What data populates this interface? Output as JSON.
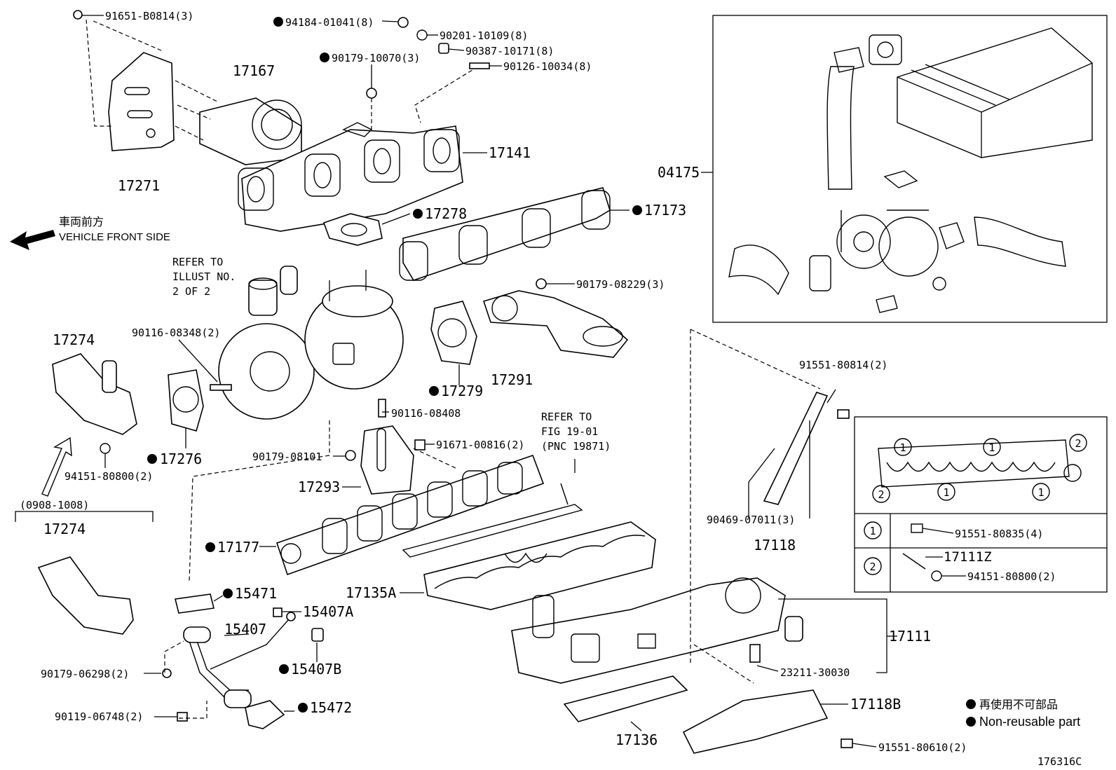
{
  "figure_code": "176316C",
  "direction": {
    "jp": "車両前方",
    "en": "VEHICLE FRONT SIDE"
  },
  "notes": {
    "refer_illust": [
      "REFER TO",
      "ILLUST NO.",
      "2 OF 2"
    ],
    "refer_fig": [
      "REFER TO",
      "FIG 19-01",
      "(PNC 19871)"
    ],
    "date_range": "(0908-1008)"
  },
  "legend": {
    "jp": "再使用不可部品",
    "en": "Non-reusable part"
  },
  "parts": {
    "p91651": "91651-B0814(3)",
    "p94184": "94184-01041(8)",
    "p90201": "90201-10109(8)",
    "p90387": "90387-10171(8)",
    "p90179a": "90179-10070(3)",
    "p90126": "90126-10034(8)",
    "p17167": "17167",
    "p17271": "17271",
    "p17141": "17141",
    "p17278": "17278",
    "p17173": "17173",
    "p04175": "04175",
    "p90179b": "90179-08229(3)",
    "p90116a": "90116-08348(2)",
    "p17274a": "17274",
    "p17276": "17276",
    "p17279": "17279",
    "p17291": "17291",
    "p90116b": "90116-08408",
    "p91671": "91671-00816(2)",
    "p90179c": "90179-08101",
    "p94151a": "94151-80800(2)",
    "p17293": "17293",
    "p91551a": "91551-80814(2)",
    "p17274b": "17274",
    "p17177": "17177",
    "p90469": "90469-07011(3)",
    "p17118": "17118",
    "p15471": "15471",
    "p15407a": "15407A",
    "p17135a": "17135A",
    "p15407": "15407",
    "p15407b": "15407B",
    "p90179d": "90179-06298(2)",
    "p15472": "15472",
    "p90119": "90119-06748(2)",
    "p17111": "17111",
    "p23211": "23211-30030",
    "p17118b": "17118B",
    "p17136": "17136",
    "p91551b": "91551-80610(2)"
  },
  "inset_table": {
    "circle_1": "1",
    "circle_2": "2",
    "row1_part": "91551-80835(4)",
    "row2_part_a": "17111Z",
    "row2_part_b": "94151-80800(2)"
  }
}
